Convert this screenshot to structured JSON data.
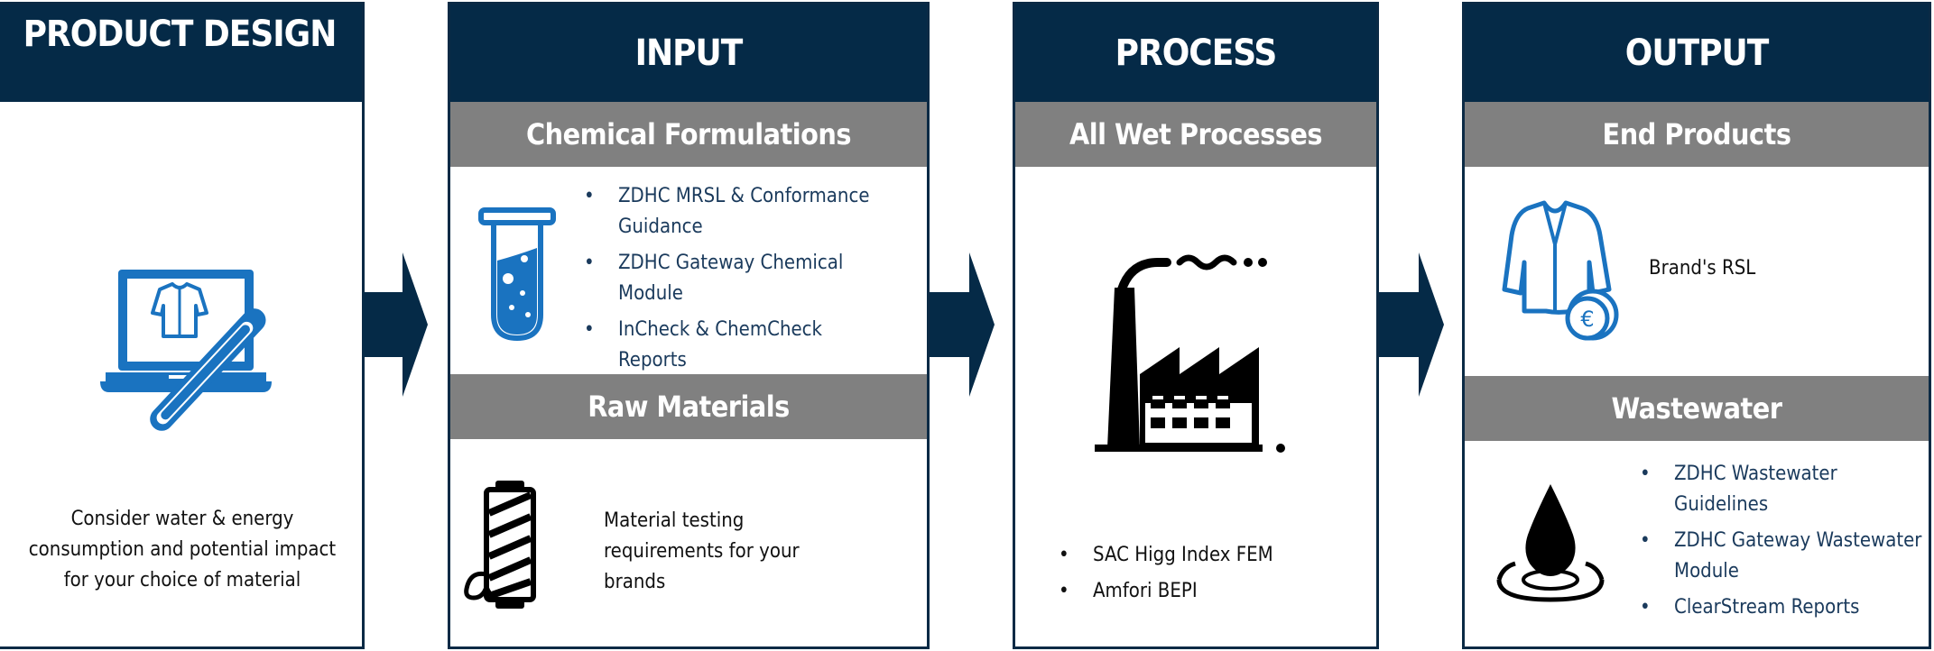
{
  "colors": {
    "navy": "#052a47",
    "gray": "#808080",
    "icon_blue": "#1a73c0",
    "black": "#000000"
  },
  "product_design": {
    "title": "PRODUCT DESIGN",
    "icon": "laptop-with-pen-icon",
    "text": "Consider water & energy consumption and potential impact for your choice of material"
  },
  "input": {
    "title": "INPUT",
    "chemical": {
      "heading": "Chemical Formulations",
      "icon": "test-tube-icon",
      "items": [
        "ZDHC MRSL & Conformance Guidance",
        "ZDHC Gateway Chemical Module",
        "InCheck & ChemCheck Reports"
      ]
    },
    "raw": {
      "heading": "Raw Materials",
      "icon": "thread-spool-icon",
      "text": "Material testing requirements for your brands"
    }
  },
  "process": {
    "title": "PROCESS",
    "heading": "All Wet Processes",
    "icon": "factory-icon",
    "items": [
      "SAC Higg Index FEM",
      "Amfori BEPI"
    ]
  },
  "output": {
    "title": "OUTPUT",
    "end_products": {
      "heading": "End Products",
      "icon": "jacket-with-euro-coin-icon",
      "coin_symbol": "€",
      "text": "Brand's RSL"
    },
    "wastewater": {
      "heading": "Wastewater",
      "icon": "water-drop-icon",
      "items": [
        "ZDHC Wastewater Guidelines",
        "ZDHC Gateway Wastewater Module",
        "ClearStream Reports"
      ]
    }
  }
}
